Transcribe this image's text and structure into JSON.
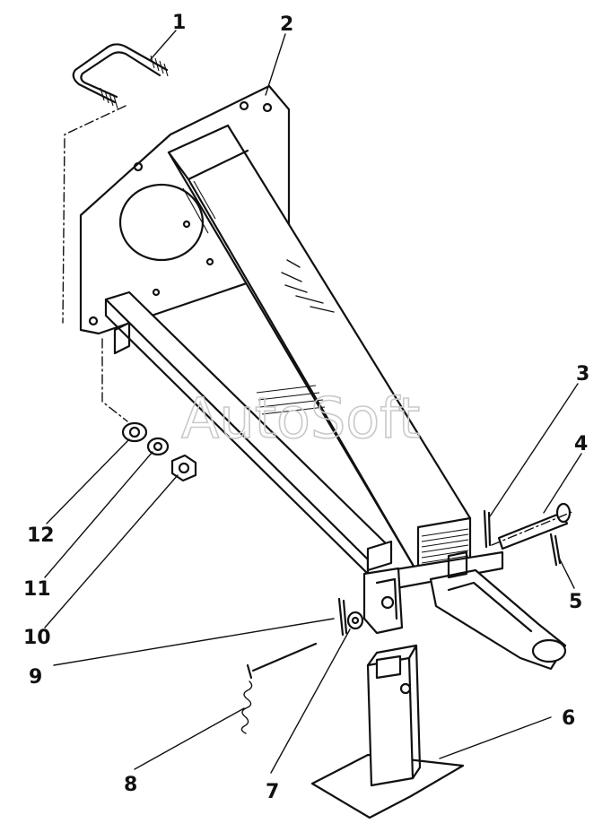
{
  "watermark": "AutoSoft",
  "callouts": [
    "1",
    "2",
    "3",
    "4",
    "5",
    "6",
    "7",
    "8",
    "9",
    "10",
    "11",
    "12"
  ]
}
